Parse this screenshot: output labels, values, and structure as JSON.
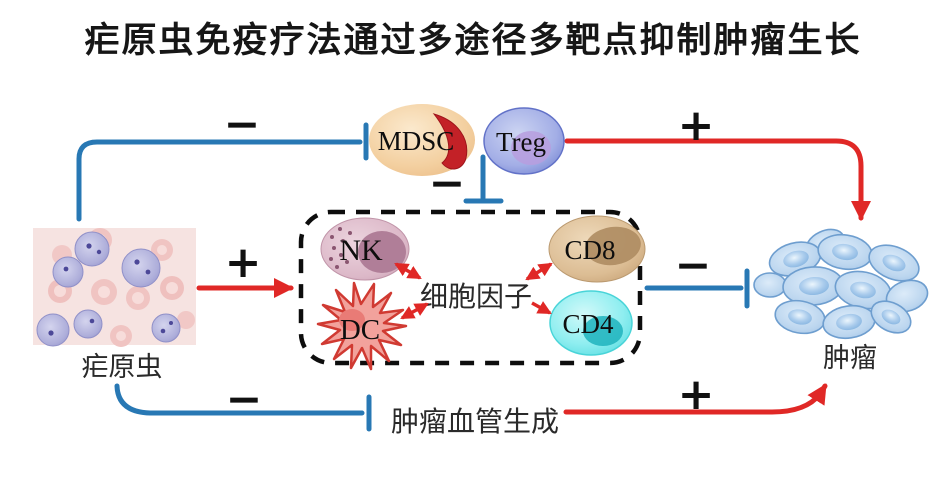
{
  "title": "疟原虫免疫疗法通过多途径多靶点抑制肿瘤生长",
  "nodes": {
    "malaria": {
      "label": "疟原虫",
      "kind": "micrograph"
    },
    "mdsc": {
      "label": "MDSC",
      "fill": "#f3cf9f"
    },
    "treg": {
      "label": "Treg",
      "fill": "#8d9ade"
    },
    "nk": {
      "label": "NK",
      "fill": "#d9b3c4"
    },
    "cd8": {
      "label": "CD8",
      "fill": "#d8b88e"
    },
    "dc": {
      "label": "DC",
      "fill": "#f2a29c"
    },
    "cd4": {
      "label": "CD4",
      "fill": "#7deaec"
    },
    "cytokines": {
      "label": "细胞因子"
    },
    "tumor": {
      "label": "肿瘤",
      "fill": "#b4d2ee"
    },
    "angiogenesis": {
      "label": "肿瘤血管生成"
    }
  },
  "edges": {
    "malaria_to_mdsc": {
      "sign": "−",
      "type": "inhibit"
    },
    "mdsc_to_cytokines": {
      "sign": "−",
      "type": "inhibit"
    },
    "malaria_to_immune": {
      "sign": "+",
      "type": "promote"
    },
    "treg_to_tumor": {
      "sign": "+",
      "type": "promote"
    },
    "immune_to_tumor": {
      "sign": "−",
      "type": "inhibit"
    },
    "malaria_to_angiogenesis": {
      "sign": "−",
      "type": "inhibit"
    },
    "angiogenesis_to_tumor": {
      "sign": "+",
      "type": "promote"
    }
  },
  "colors": {
    "inhibit_line": "#2878b4",
    "promote_line": "#e02826",
    "box_border": "#111111",
    "background": "#ffffff"
  }
}
